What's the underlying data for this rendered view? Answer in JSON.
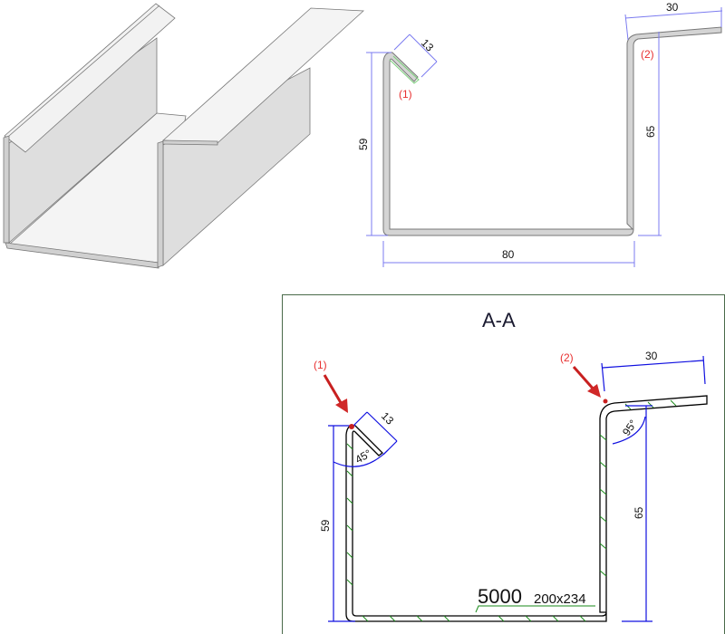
{
  "views": {
    "profile_view": {
      "dims": {
        "hem": "13",
        "left_height": "59",
        "bottom_width": "80",
        "right_height": "65",
        "top_flange": "30"
      },
      "markers": {
        "m1": "(1)",
        "m2": "(2)"
      }
    },
    "section_view": {
      "title": "A-A",
      "dims": {
        "hem": "13",
        "hem_angle": "45°",
        "left_height": "59",
        "right_height": "65",
        "top_flange": "30",
        "flange_angle": "95°"
      },
      "markers": {
        "m1": "(1)",
        "m2": "(2)"
      },
      "length": "5000",
      "size": "200x234"
    }
  },
  "colors": {
    "dimension": "#1010e0",
    "marker": "#e83030",
    "hatch": "#1a8a1a",
    "frame": "#2a8a2a"
  }
}
